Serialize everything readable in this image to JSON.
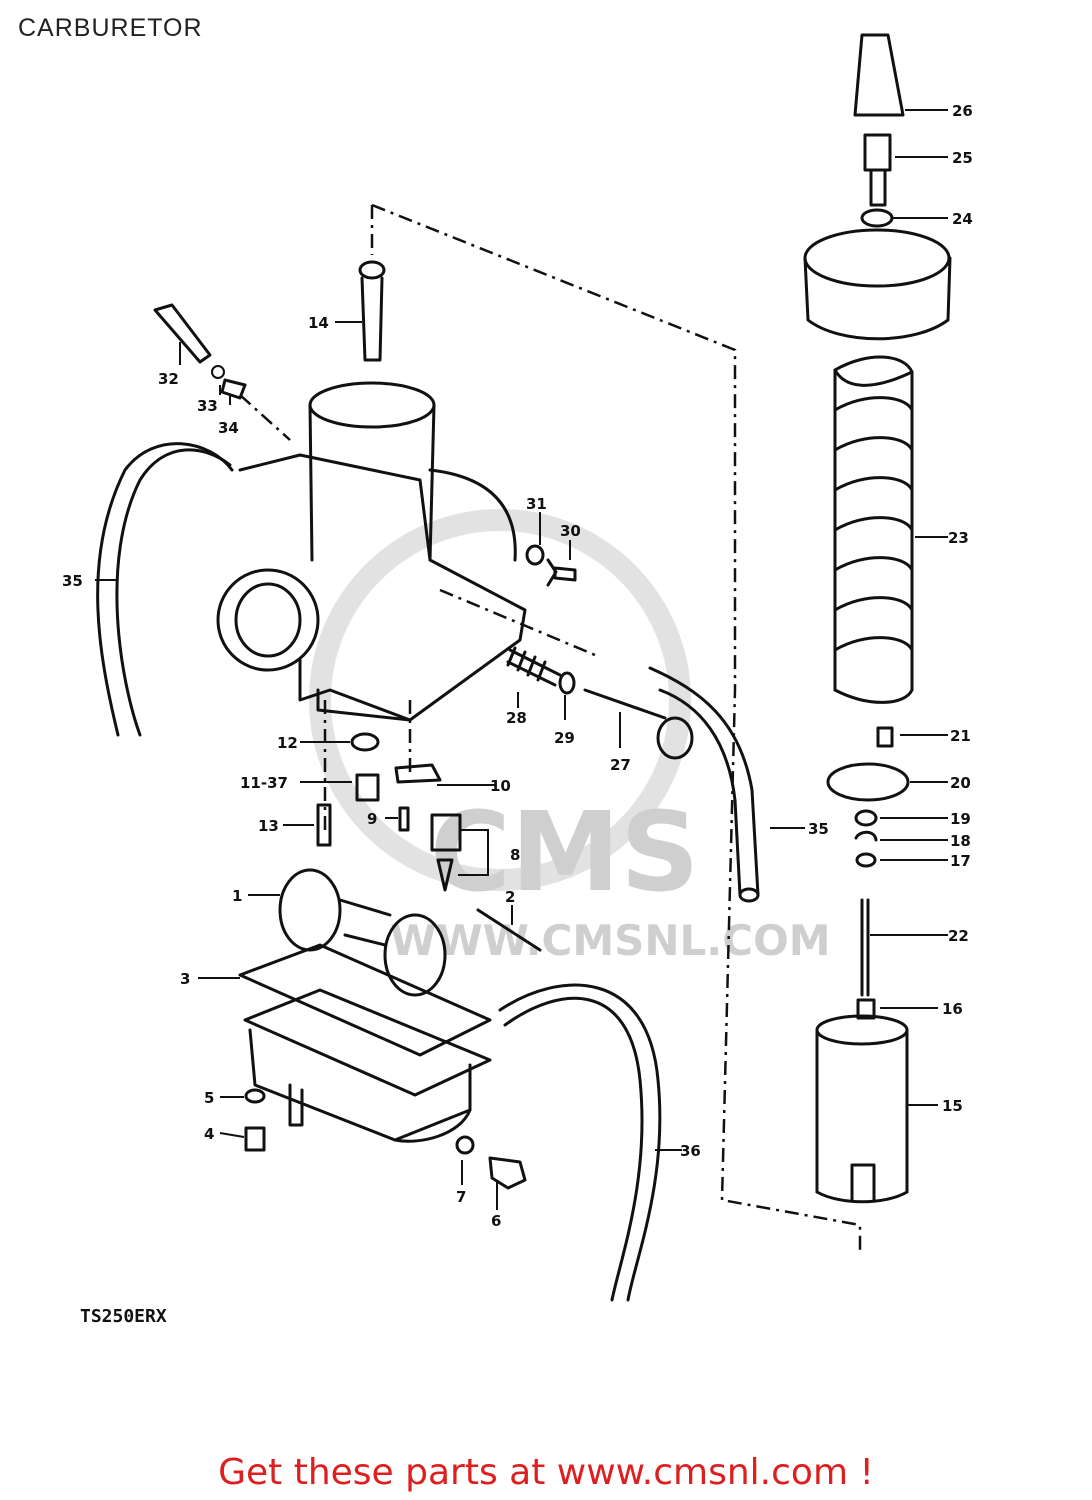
{
  "title": "CARBURETOR",
  "model_code": "TS250ERX",
  "promo_text": "Get these parts at www.cmsnl.com !",
  "watermark": {
    "logo": "CMS",
    "url": "WWW.CMSNL.COM"
  },
  "callouts": {
    "c1": "1",
    "c2": "2",
    "c3": "3",
    "c4": "4",
    "c5": "5",
    "c6": "6",
    "c7": "7",
    "c8": "8",
    "c9": "9",
    "c10": "10",
    "c11": "11-37",
    "c12": "12",
    "c13": "13",
    "c14": "14",
    "c15": "15",
    "c16": "16",
    "c17": "17",
    "c18": "18",
    "c19": "19",
    "c20": "20",
    "c21": "21",
    "c22": "22",
    "c23": "23",
    "c24": "24",
    "c25": "25",
    "c26": "26",
    "c27": "27",
    "c28": "28",
    "c29": "29",
    "c30": "30",
    "c31": "31",
    "c32": "32",
    "c33": "33",
    "c34": "34",
    "c35a": "35",
    "c35b": "35",
    "c36": "36"
  }
}
